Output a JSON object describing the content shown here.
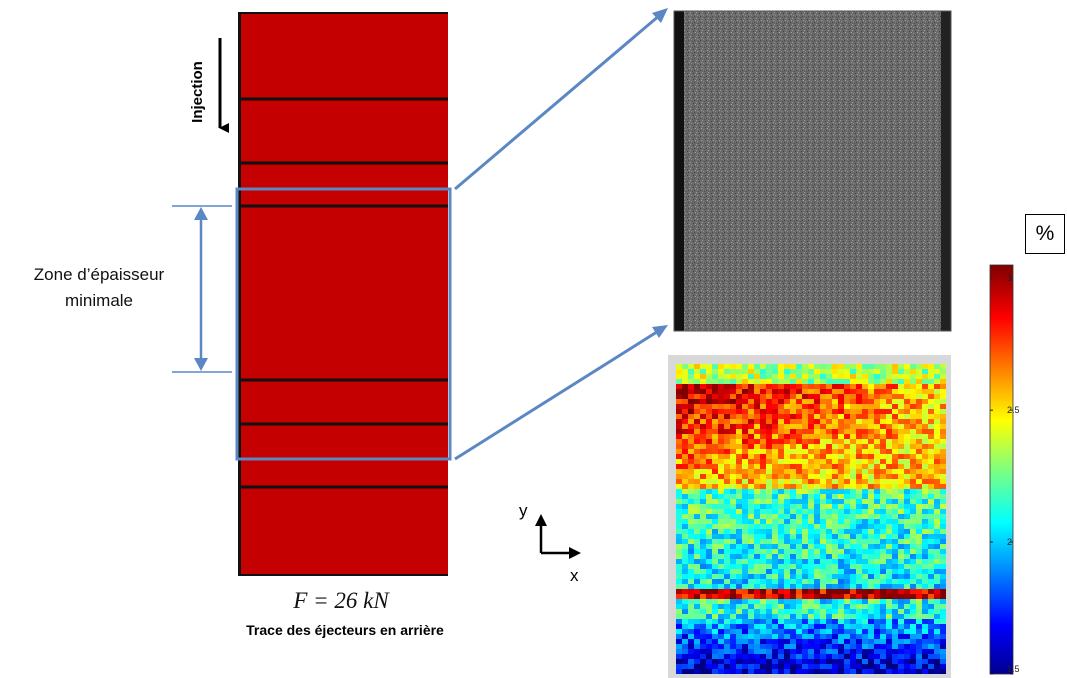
{
  "labels": {
    "zone_line1": "Zone d’épaisseur",
    "zone_line2": "minimale",
    "injection": "Injection",
    "formula": "F = 26 kN",
    "caption": "Trace des éjecteurs en arrière",
    "axis_x": "x",
    "axis_y": "y",
    "unit": "%"
  },
  "colorbar": {
    "ticks": [
      {
        "value": 3,
        "label": "3"
      },
      {
        "value": 2.5,
        "label": "2.5"
      },
      {
        "value": 2,
        "label": "2"
      },
      {
        "value": 1.5,
        "label": "1.5"
      }
    ],
    "range": [
      1.5,
      3.05
    ],
    "colormap": "jet"
  },
  "colors": {
    "plate_red": "#c40000",
    "highlight_box": "#5b87c5",
    "arrow_blue": "#5b87c5",
    "photo_gray": "#6d6d6d"
  },
  "icons": [
    "injection-arrow-icon",
    "zoom-arrow-icon",
    "double-arrow-icon",
    "xy-axes-icon"
  ]
}
